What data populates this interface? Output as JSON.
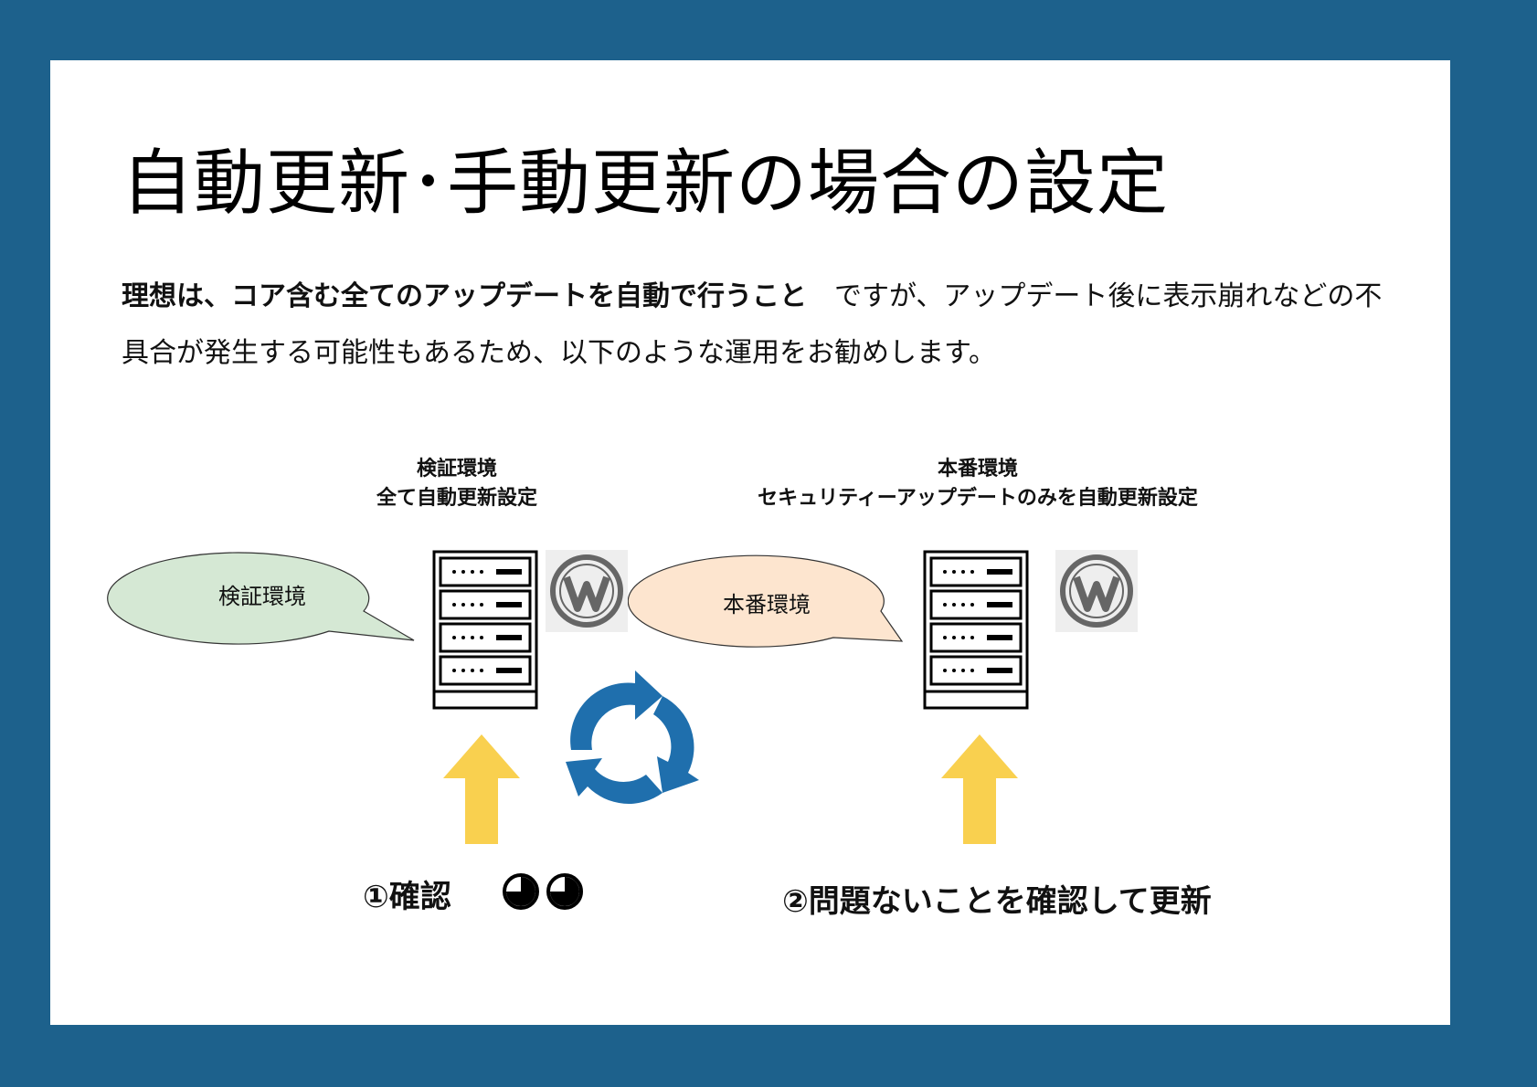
{
  "title": "自動更新･手動更新の場合の設定",
  "intro": {
    "bold": "理想は、コア含む全てのアップデートを自動で行うこと",
    "rest": "ですが、アップデート後に表示崩れなどの不具合が発生する可能性もあるため、以下のような運用をお勧めします。"
  },
  "staging": {
    "heading_line1": "検証環境",
    "heading_line2": "全て自動更新設定",
    "bubble": "検証環境",
    "bubble_color": "#d5e8d4"
  },
  "production": {
    "heading_line1": "本番環境",
    "heading_line2": "セキュリティーアップデートのみを自動更新設定",
    "bubble": "本番環境",
    "bubble_color": "#fde5cf"
  },
  "steps": {
    "step1": "①確認",
    "step2": "②問題ないことを確認して更新"
  },
  "icons": {
    "server": "server-rack-icon",
    "wordpress": "wordpress-icon",
    "cycle": "cycle-arrows-icon",
    "arrow": "up-arrow-icon",
    "eyes": "eyes-icon"
  },
  "colors": {
    "background": "#1d618c",
    "cycle": "#1f6fad",
    "arrow": "#f9d04f"
  }
}
